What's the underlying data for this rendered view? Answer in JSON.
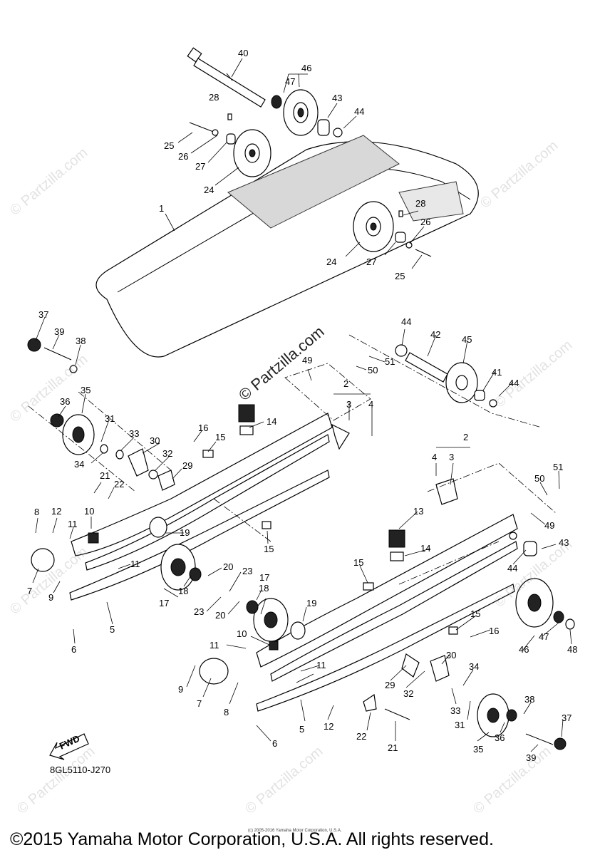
{
  "watermark_text": "© Partzilla.com",
  "drawing_id": "8GL5110-J270",
  "fwd_label": "FWD",
  "small_copyright": "(c) 2005-2016 Yamaha Motor Corporation, U.S.A.",
  "copyright": "©2015 Yamaha Motor Corporation, U.S.A. All rights reserved.",
  "callouts": {
    "c40": "40",
    "c46a": "46",
    "c47a": "47",
    "c28a": "28",
    "c43a": "43",
    "c44a": "44",
    "c25a": "25",
    "c26a": "26",
    "c27a": "27",
    "c24a": "24",
    "c1": "1",
    "c28b": "28",
    "c26b": "26",
    "c24b": "24",
    "c27b": "27",
    "c25b": "25",
    "c37a": "37",
    "c39a": "39",
    "c38a": "38",
    "c36a": "36",
    "c35a": "35",
    "c31a": "31",
    "c33a": "33",
    "c30a": "30",
    "c34a": "34",
    "c32a": "32",
    "c29a": "29",
    "c21a": "21",
    "c22a": "22",
    "c8a": "8",
    "c12a": "12",
    "c10a": "10",
    "c11a": "11",
    "c11b": "11",
    "c7a": "7",
    "c9a": "9",
    "c5a": "5",
    "c6a": "6",
    "c19a": "19",
    "c18a": "18",
    "c17a": "17",
    "c20a": "20",
    "c23a": "23",
    "c23b": "23",
    "c20b": "20",
    "c18b": "18",
    "c17b": "17",
    "c19b": "19",
    "c16a": "16",
    "c15a": "15",
    "c15b": "15",
    "c14a": "14",
    "c2a": "2",
    "c3a": "3",
    "c4a": "4",
    "c44b": "44",
    "c42": "42",
    "c45": "45",
    "c51a": "51",
    "c50a": "50",
    "c49a": "49",
    "c41": "41",
    "c44c": "44",
    "c2b": "2",
    "c4b": "4",
    "c3b": "3",
    "c51b": "51",
    "c50b": "50",
    "c49b": "49",
    "c13": "13",
    "c14b": "14",
    "c15c": "15",
    "c43b": "43",
    "c44d": "44",
    "c15d": "15",
    "c16b": "16",
    "c46b": "46",
    "c47b": "47",
    "c48": "48",
    "c10b": "10",
    "c11c": "11",
    "c11d": "11",
    "c9b": "9",
    "c7b": "7",
    "c8b": "8",
    "c5b": "5",
    "c6b": "6",
    "c12b": "12",
    "c29b": "29",
    "c32b": "32",
    "c30b": "30",
    "c34b": "34",
    "c33b": "33",
    "c31b": "31",
    "c22b": "22",
    "c21b": "21",
    "c38b": "38",
    "c37b": "37",
    "c36b": "36",
    "c35b": "35",
    "c39b": "39"
  }
}
